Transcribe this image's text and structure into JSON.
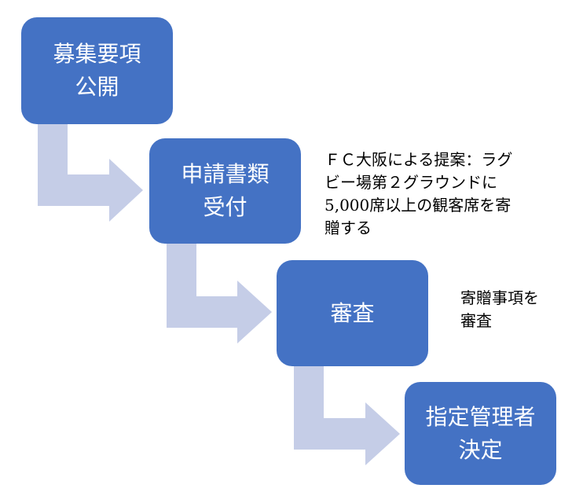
{
  "flow": {
    "steps": [
      {
        "lines": [
          "募集要項",
          "公開"
        ]
      },
      {
        "lines": [
          "申請書類",
          "受付"
        ]
      },
      {
        "lines": [
          "審査"
        ]
      },
      {
        "lines": [
          "指定管理者",
          "決定"
        ]
      }
    ],
    "notes": [
      {
        "lines": [
          "ＦＣ大阪による提案：ラグ",
          "ビー場第２グラウンドに",
          "5,000席以上の観客席を寄",
          "贈する"
        ]
      },
      {
        "lines": [
          "寄贈事項を",
          "審査"
        ]
      }
    ]
  },
  "colors": {
    "box_fill": "#4472C4",
    "box_text": "#FFFFFF",
    "arrow_fill": "#C5CDE7",
    "note_text": "#000000"
  }
}
